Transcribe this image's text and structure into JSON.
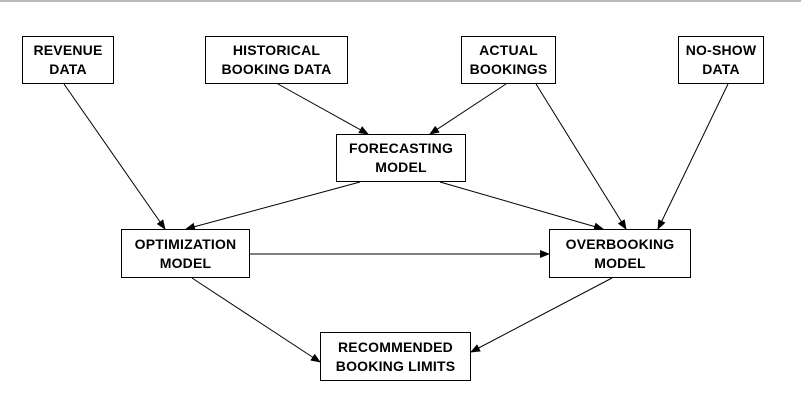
{
  "nodes": {
    "revenue_data": "REVENUE\nDATA",
    "historical_booking_data": "HISTORICAL\nBOOKING DATA",
    "actual_bookings": "ACTUAL\nBOOKINGS",
    "no_show_data": "NO-SHOW\nDATA",
    "forecasting_model": "FORECASTING\nMODEL",
    "optimization_model": "OPTIMIZATION\nMODEL",
    "overbooking_model": "OVERBOOKING\nMODEL",
    "recommended_booking_limits": "RECOMMENDED\nBOOKING LIMITS"
  },
  "edges": [
    {
      "from": "revenue_data",
      "to": "optimization_model"
    },
    {
      "from": "historical_booking_data",
      "to": "forecasting_model"
    },
    {
      "from": "actual_bookings",
      "to": "forecasting_model"
    },
    {
      "from": "actual_bookings",
      "to": "overbooking_model"
    },
    {
      "from": "no_show_data",
      "to": "overbooking_model"
    },
    {
      "from": "forecasting_model",
      "to": "optimization_model"
    },
    {
      "from": "forecasting_model",
      "to": "overbooking_model"
    },
    {
      "from": "optimization_model",
      "to": "overbooking_model"
    },
    {
      "from": "optimization_model",
      "to": "recommended_booking_limits"
    },
    {
      "from": "overbooking_model",
      "to": "recommended_booking_limits"
    }
  ],
  "colors": {
    "line": "#000000",
    "box_border": "#000000",
    "background": "#ffffff"
  }
}
